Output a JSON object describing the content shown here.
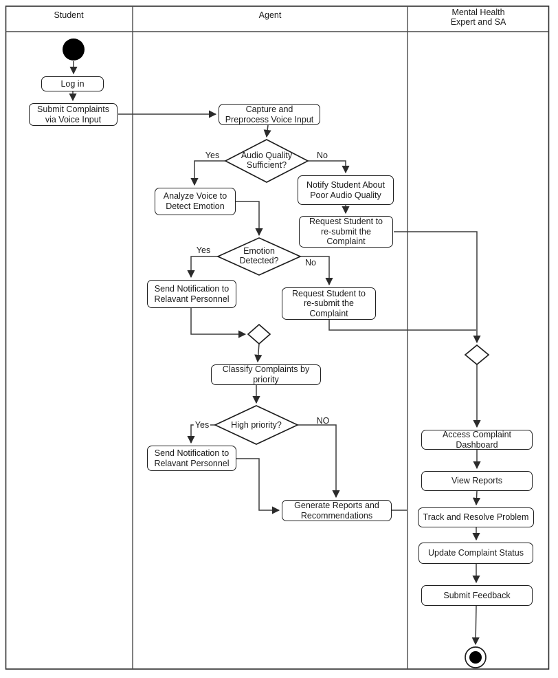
{
  "diagram": {
    "lanes": {
      "student": {
        "title": "Student"
      },
      "agent": {
        "title": "Agent"
      },
      "expert": {
        "title": "Mental Health\nExpert and SA"
      }
    },
    "nodes": {
      "login": "Log in",
      "submit_complaints": "Submit Complaints\nvia Voice Input",
      "capture_preprocess": "Capture and\nPreprocess Voice Input",
      "notify_student": "Notify Student About\nPoor Audio Quality",
      "request_resubmit_1": "Request Student to\nre-submit the\nComplaint",
      "analyze_voice": "Analyze Voice to\nDetect Emotion",
      "send_notification_1": "Send Notification to\nRelavant Personnel",
      "request_resubmit_2": "Request Student to\nre-submit the\nComplaint",
      "classify_priority": "Classify Complaints by\npriority",
      "send_notification_2": "Send Notification to\nRelavant Personnel",
      "generate_reports": "Generate Reports and\nRecommendations",
      "access_dashboard": "Access Complaint\nDashboard",
      "view_reports": "View Reports",
      "track_resolve": "Track and Resolve Problem",
      "update_status": "Update Complaint Status",
      "submit_feedback": "Submit Feedback"
    },
    "decisions": {
      "audio_quality": "Audio Quality\nSufficient?",
      "emotion_detected": "Emotion\nDetected?",
      "high_priority": "High priority?"
    },
    "edge_labels": {
      "audio_yes": "Yes",
      "audio_no": "No",
      "emotion_yes": "Yes",
      "emotion_no": "No",
      "priority_yes": "Yes",
      "priority_no": "NO"
    },
    "colors": {
      "stroke": "#1f1f1f",
      "edge": "#3c3c3c",
      "lane_border": "#4a4a4a",
      "node_fill": "#ffffff",
      "start_end_fill": "#000000",
      "background": "#ffffff"
    }
  }
}
